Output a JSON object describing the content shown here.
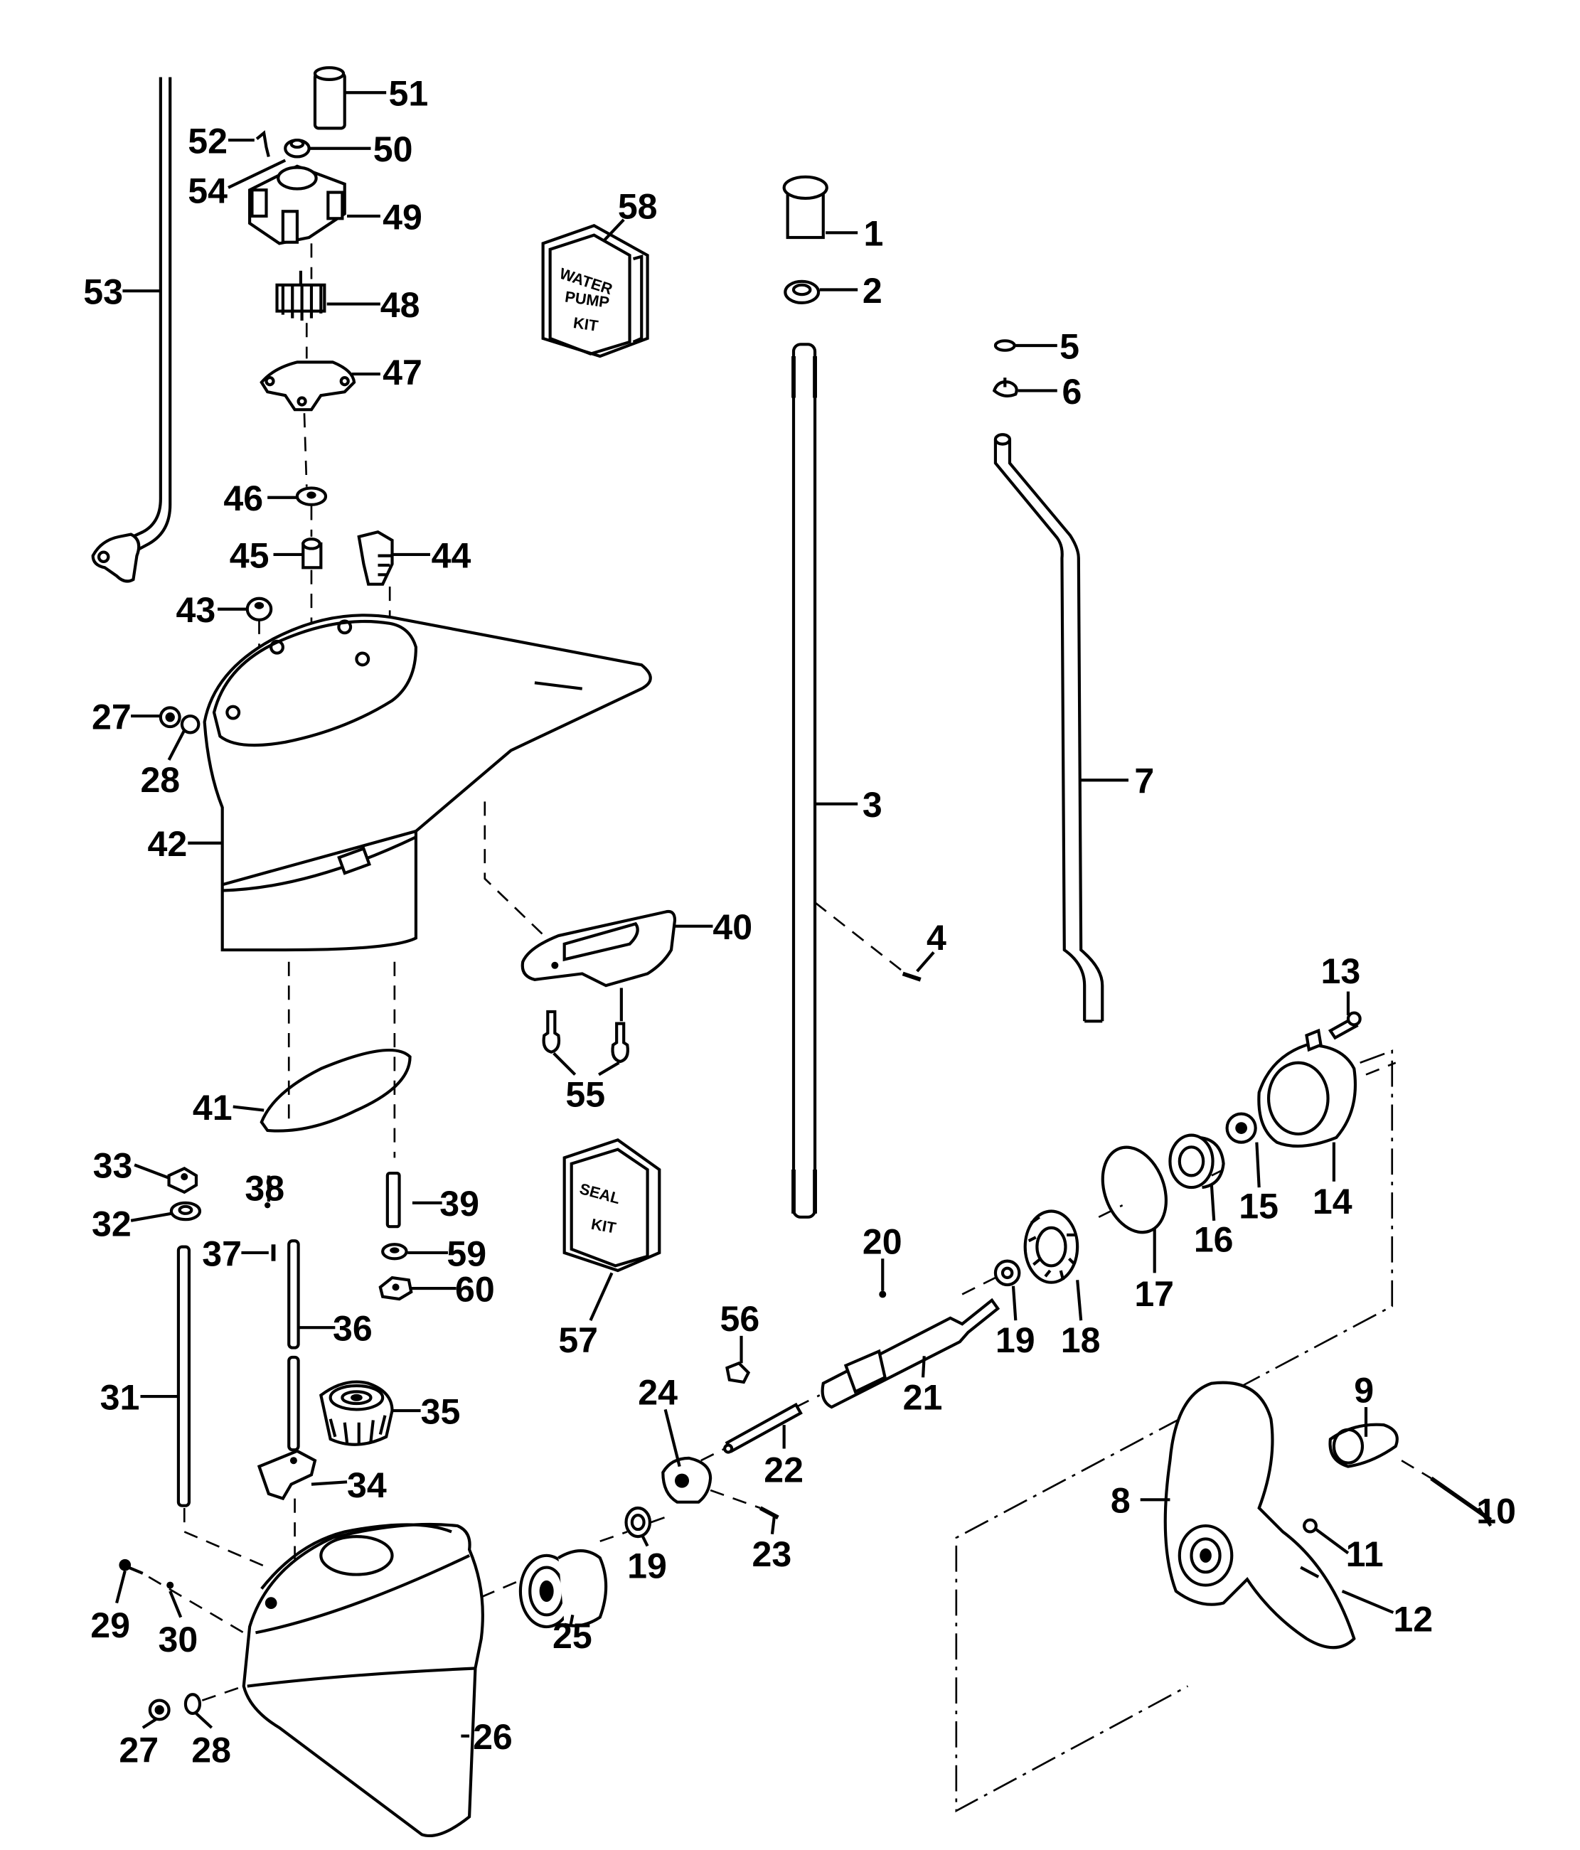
{
  "diagram": {
    "type": "exploded-parts-diagram",
    "subject": "Outboard lower unit / gearcase",
    "kits": {
      "water_pump_kit": {
        "line1": "WATER",
        "line2": "PUMP",
        "line3": "KIT",
        "callout": "58"
      },
      "seal_kit": {
        "line1": "SEAL",
        "line2": "KIT",
        "callout": "57"
      }
    },
    "callouts": {
      "c1": "1",
      "c2": "2",
      "c3": "3",
      "c4": "4",
      "c5": "5",
      "c6": "6",
      "c7": "7",
      "c8": "8",
      "c9": "9",
      "c10": "10",
      "c11": "11",
      "c12": "12",
      "c13": "13",
      "c14": "14",
      "c15": "15",
      "c16": "16",
      "c17": "17",
      "c18": "18",
      "c19a": "19",
      "c19b": "19",
      "c20": "20",
      "c21": "21",
      "c22": "22",
      "c23": "23",
      "c24": "24",
      "c25": "25",
      "c26": "26",
      "c27a": "27",
      "c27b": "27",
      "c28a": "28",
      "c28b": "28",
      "c29": "29",
      "c30": "30",
      "c31": "31",
      "c32": "32",
      "c33": "33",
      "c34": "34",
      "c35": "35",
      "c36": "36",
      "c37": "37",
      "c38": "38",
      "c39": "39",
      "c40": "40",
      "c41": "41",
      "c42": "42",
      "c43": "43",
      "c44": "44",
      "c45": "45",
      "c46": "46",
      "c47": "47",
      "c48": "48",
      "c49": "49",
      "c50": "50",
      "c51": "51",
      "c52": "52",
      "c53": "53",
      "c54": "54",
      "c55": "55",
      "c56": "56",
      "c57": "57",
      "c58": "58",
      "c59": "59",
      "c60": "60"
    }
  }
}
